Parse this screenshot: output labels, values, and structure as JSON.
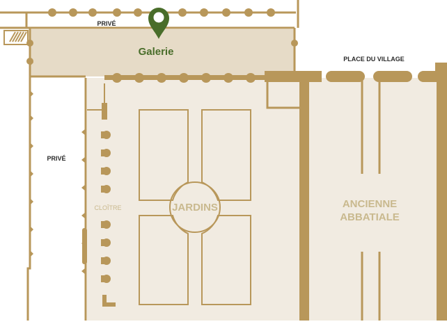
{
  "map": {
    "labels": {
      "prive_top": "PRIVÉ",
      "prive_left": "PRIVÉ",
      "galerie": "Galerie",
      "place_du_village": "PLACE DU VILLAGE",
      "cloitre": "CLOÎTRE",
      "jardins": "JARDINS",
      "abbatiale_line1": "ANCIENNE",
      "abbatiale_line2": "ABBATIALE"
    },
    "marker": {
      "icon": "location-pin-icon",
      "target": "Galerie",
      "color": "#496d2a"
    },
    "colors": {
      "wall": "#b8975a",
      "floor": "#f1ebe1",
      "gallery": "#e6dbc7",
      "accent": "#496d2a",
      "faint_text": "#c9b98e"
    }
  }
}
